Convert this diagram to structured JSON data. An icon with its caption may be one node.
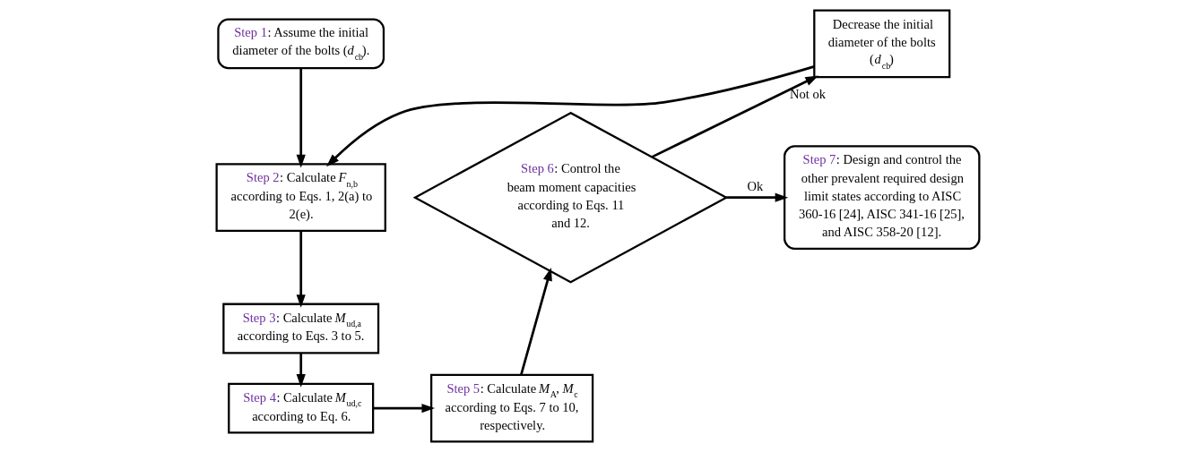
{
  "diagram": {
    "nodes": [
      {
        "text": [
          "Step 1: Assume the initial diameter of the bolts (*d*$_{cb}$)."
        ]
      },
      {
        "text": [
          "Step 2: Calculate *F*$_{n,b}$ according to Eqs. 1, 2(a) to 2(e)."
        ]
      },
      {
        "text": [
          "Step 3: Calculate *M*$_{ud,a}$ according to Eqs. 3 to 5."
        ]
      },
      {
        "text": [
          "Step 4: Calculate *M*$_{ud,c}$ according to Eq. 6."
        ]
      },
      {
        "text": [
          "Step 5: Calculate *M*$_{A}$, *M*$_{c}$ according to Eqs. 7 to 10, respectively."
        ]
      },
      {
        "text": [
          "Step 6: Control the beam moment capacities according to Eqs. 11 and 12."
        ]
      },
      {
        "text": [
          "Decrease the initial diameter of the bolts (*d*$_{cb}$)"
        ]
      },
      {
        "text": [
          "Step 7: Design and control the other prevalent required design limit states according to AISC 360-16 [24], AISC 341-16 [25], and AISC 358-20 [12]."
        ]
      }
    ],
    "edges": [
      {
        "from": 0,
        "to": 1,
        "arrow": "to"
      },
      {
        "from": 1,
        "to": 2,
        "arrow": "to"
      },
      {
        "from": 2,
        "to": 3,
        "arrow": "to"
      },
      {
        "from": 3,
        "to": 4,
        "arrow": "to"
      },
      {
        "from": 4,
        "to": 5,
        "arrow": "to"
      },
      {
        "from": 5,
        "to": 6,
        "arrow": "to",
        "label": "Not ok"
      },
      {
        "from": 6,
        "to": 1,
        "arrow": "to"
      },
      {
        "from": 5,
        "to": 7,
        "arrow": "to",
        "label": "Ok"
      }
    ]
  }
}
